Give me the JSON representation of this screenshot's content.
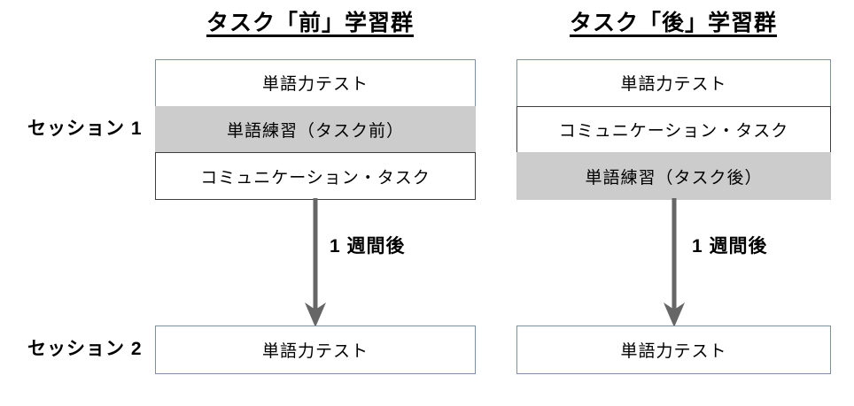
{
  "diagram": {
    "title_pre_group": "タスク「前」学習群",
    "title_post_group": "タスク「後」学習群",
    "session_labels": {
      "session1": "セッション 1",
      "session2": "セッション 2"
    },
    "interval_label": "1 週間後",
    "colors": {
      "shaded_fill": "#cccccc",
      "light_border": "#7d8fa6",
      "dark_border": "#3f3f3f",
      "arrow": "#666666",
      "background": "#ffffff",
      "text": "#000000"
    },
    "columns": [
      {
        "name": "pre-task-group",
        "heading": "タスク「前」学習群",
        "session1_steps": [
          {
            "label": "単語力テスト",
            "highlighted": false
          },
          {
            "label": "単語練習（タスク前）",
            "highlighted": true
          },
          {
            "label": "コミュニケーション・タスク",
            "highlighted": false
          }
        ],
        "arrow_label": "1 週間後",
        "session2_step": {
          "label": "単語力テスト",
          "highlighted": false
        }
      },
      {
        "name": "post-task-group",
        "heading": "タスク「後」学習群",
        "session1_steps": [
          {
            "label": "単語力テスト",
            "highlighted": false
          },
          {
            "label": "コミュニケーション・タスク",
            "highlighted": false
          },
          {
            "label": "単語練習（タスク後）",
            "highlighted": true
          }
        ],
        "arrow_label": "1 週間後",
        "session2_step": {
          "label": "単語力テスト",
          "highlighted": false
        }
      }
    ]
  }
}
